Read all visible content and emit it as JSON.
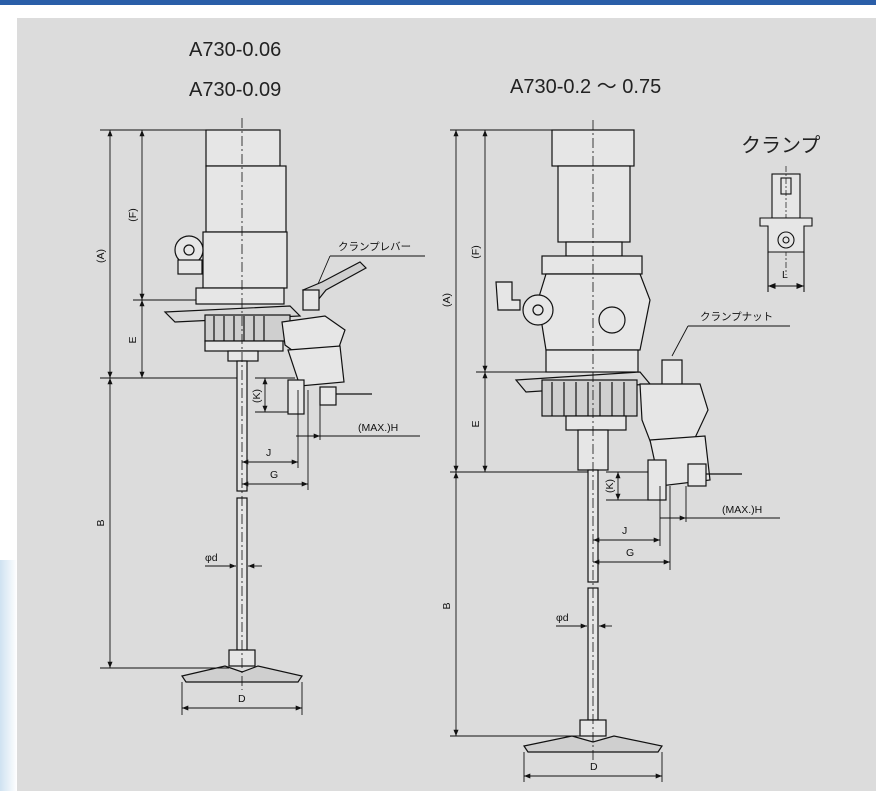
{
  "models": {
    "left_line1": "A730-0.06",
    "left_line2": "A730-0.09",
    "right": "A730-0.2 ～ 0.75"
  },
  "clamp_title": "クランプ",
  "callouts": {
    "clamp_lever": "クランプレバー",
    "clamp_nut": "クランプナット"
  },
  "dims": {
    "A": "(A)",
    "F": "(F)",
    "E": "E",
    "B": "B",
    "K": "(K)",
    "J": "J",
    "G": "G",
    "H": "(MAX.)H",
    "d": "φd",
    "D": "D",
    "L": "L"
  },
  "colors": {
    "accent_bar": "#2a5ea8",
    "panel": "#dcdcdc",
    "line": "#111111"
  }
}
